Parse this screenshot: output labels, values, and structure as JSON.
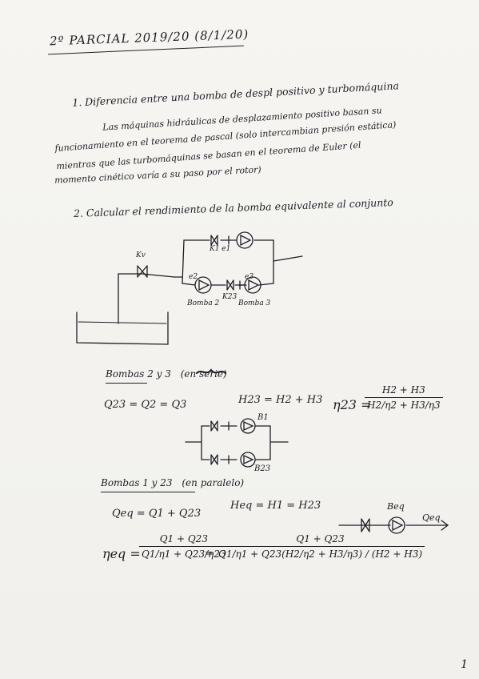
{
  "header": {
    "title": "2º PARCIAL 2019/20 (8/1/20)"
  },
  "question1": {
    "prompt": "1. Diferencia entre una bomba de despl positivo y turbomáquina",
    "answer_lines": [
      "Las máquinas hidráulicas de desplazamiento positivo basan su",
      "funcionamiento en el teorema de pascal (solo intercambian presión estática)",
      "mientras que las turbomáquinas se basan en el teorema de Euler (el",
      "momento cinético varía a su paso por el rotor)"
    ]
  },
  "question2": {
    "prompt": "2. Calcular el rendimiento de la bomba equivalente al conjunto"
  },
  "circuit": {
    "valve_label": "Kv",
    "upper_branch_label": "K1 e1",
    "lower_left_label": "e2",
    "lower_right_label": "e3",
    "middle_valve_label": "K23",
    "pump2_label": "Bomba 2",
    "pump3_label": "Bomba 3"
  },
  "section_series": {
    "heading": "Bombas 2 y 3",
    "heading_suffix": "(en serie)",
    "flow_eq": "Q23 = Q2 = Q3",
    "head_eq": "H23 = H2 + H3",
    "eff_label": "η23 =",
    "eff_num": "H2 + H3",
    "eff_den": "H2/η2 + H3/η3",
    "diagram_b1": "B1",
    "diagram_b23": "B23"
  },
  "section_parallel": {
    "heading": "Bombas 1 y 23",
    "heading_suffix": "(en paralelo)",
    "flow_eq": "Qeq = Q1 + Q23",
    "head_eq": "Heq = H1 = H23",
    "eff_label": "ηeq =",
    "eff1_num": "Q1 + Q23",
    "eff1_den": "Q1/η1 + Q23/η23",
    "equals": "=",
    "eff2_num": "Q1 + Q23",
    "eff2_den": "Q1/η1 + Q23(H2/η2 + H3/η3) / (H2 + H3)",
    "equiv_pump_label": "Beq",
    "equiv_flow_label": "Qeq"
  },
  "footer": {
    "page_number": "1"
  }
}
